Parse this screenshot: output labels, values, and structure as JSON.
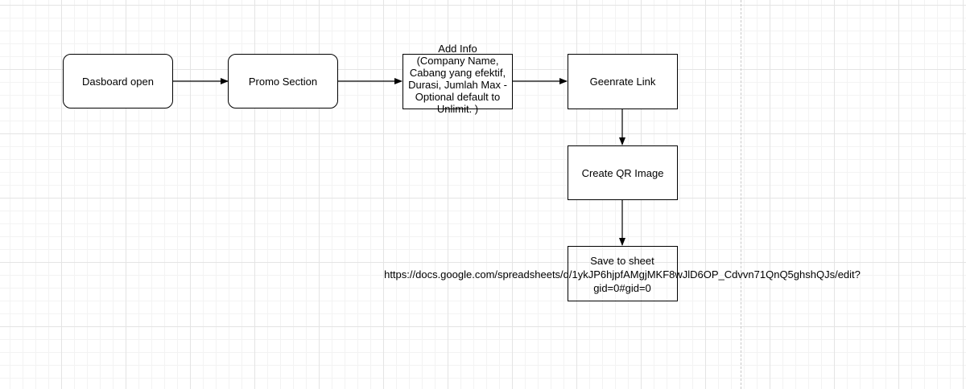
{
  "diagram": {
    "nodes": {
      "dashboard": {
        "label": "Dasboard open"
      },
      "promo": {
        "label": "Promo Section"
      },
      "add_info": {
        "label": "Add Info\n(Company Name,\nCabang yang efektif,\nDurasi, Jumlah Max -\nOptional default to\nUnlimit. )"
      },
      "generate_link": {
        "label": "Geenrate Link"
      },
      "create_qr": {
        "label": "Create QR Image"
      },
      "save_sheet": {
        "label": "Save to sheet\nhttps://docs.google.com/spreadsheets/d/1ykJP6hjpfAMgjMKF8wJlD6OP_Cdvvn71QnQ5ghshQJs/edit?\ngid=0#gid=0"
      }
    },
    "edges": [
      {
        "from": "dashboard",
        "to": "promo"
      },
      {
        "from": "promo",
        "to": "add_info"
      },
      {
        "from": "add_info",
        "to": "generate_link"
      },
      {
        "from": "generate_link",
        "to": "create_qr"
      },
      {
        "from": "create_qr",
        "to": "save_sheet"
      }
    ]
  }
}
